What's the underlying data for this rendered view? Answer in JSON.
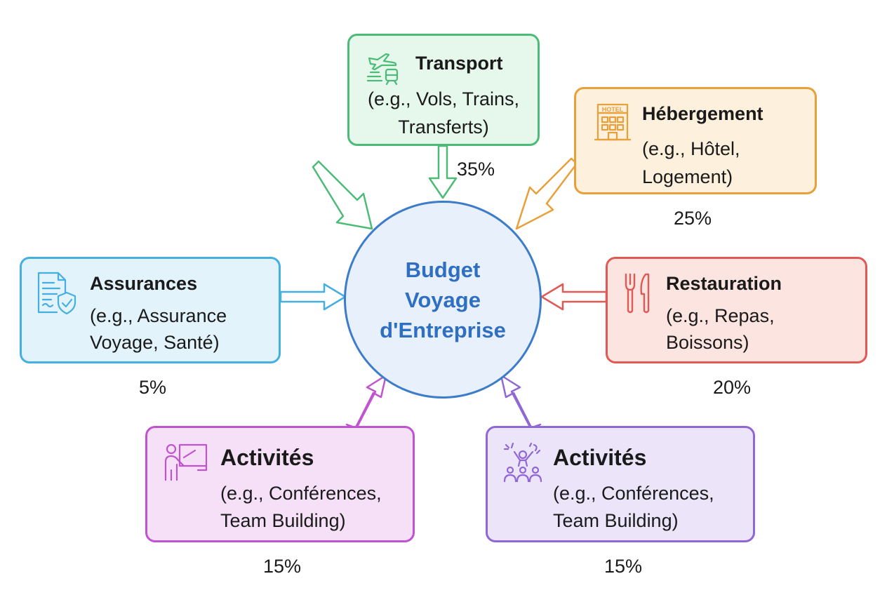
{
  "hub": {
    "title": "Budget Voyage d'Entreprise"
  },
  "categories": [
    {
      "key": "transport",
      "title": "Transport",
      "description": "(e.g., Vols, Trains,\nTransferts)",
      "percent": "35%",
      "color": "#4dbb78",
      "icon": "plane-train-icon"
    },
    {
      "key": "hebergement",
      "title": "Hébergement",
      "description": "(e.g., Hôtel,\nLogement)",
      "percent": "25%",
      "color": "#e8a03a",
      "icon": "hotel-icon",
      "icon_text": "HOTEL"
    },
    {
      "key": "assurances",
      "title": "Assurances",
      "description": "(e.g., Assurance\nVoyage, Santé)",
      "percent": "5%",
      "color": "#45afe0",
      "icon": "document-shield-icon"
    },
    {
      "key": "restauration",
      "title": "Restauration",
      "description": "(e.g., Repas,\nBoissons)",
      "percent": "20%",
      "color": "#e05a55",
      "icon": "fork-knife-icon"
    },
    {
      "key": "activites_1",
      "title": "Activités",
      "description": "(e.g., Conférences,\nTeam Building)",
      "percent": "15%",
      "color": "#c054cf",
      "icon": "presenter-board-icon"
    },
    {
      "key": "activites_2",
      "title": "Activités",
      "description": "(e.g., Conférences,\nTeam Building)",
      "percent": "15%",
      "color": "#9067d5",
      "icon": "group-celebration-icon"
    }
  ]
}
